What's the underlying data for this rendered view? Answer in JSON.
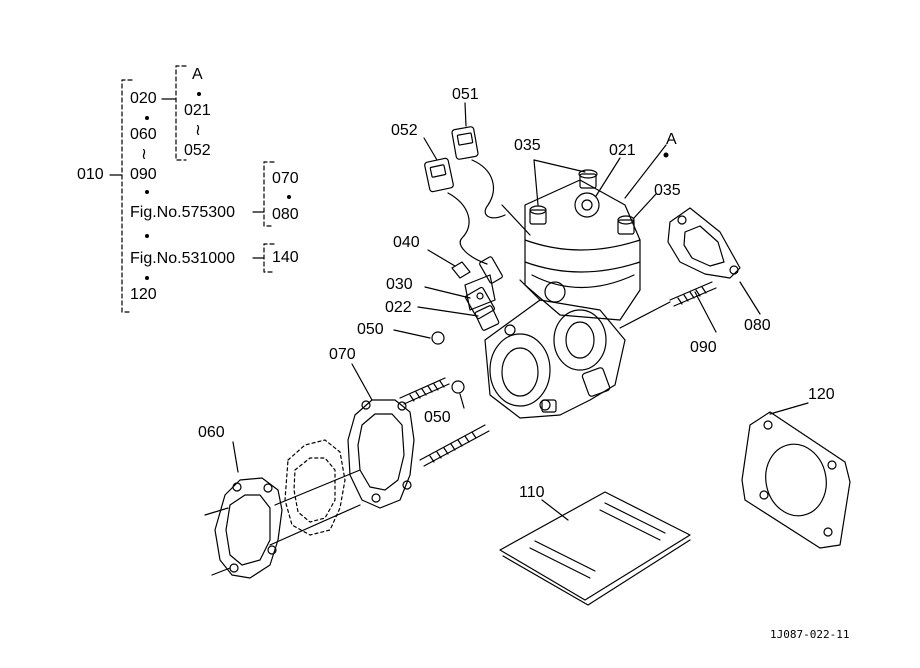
{
  "diagram": {
    "tree": {
      "root": "010",
      "group_a": {
        "first": "020",
        "second": "060",
        "third": "090",
        "last": "120"
      },
      "sub_a": {
        "head": "A",
        "from": "021",
        "to": "052"
      },
      "fig1": {
        "text": "Fig.No.575300",
        "children": [
          "070",
          "080"
        ]
      },
      "fig2": {
        "text": "Fig.No.531000",
        "child": "140"
      }
    },
    "callouts": {
      "p051": "051",
      "p052": "052",
      "p035_left": "035",
      "p021": "021",
      "pA": "A",
      "p035_right": "035",
      "p040": "040",
      "p030": "030",
      "p022": "022",
      "p050_top": "050",
      "p050_bottom": "050",
      "p070": "070",
      "p060": "060",
      "p080": "080",
      "p090": "090",
      "p120": "120",
      "p110": "110"
    },
    "footer_code": "1J087-022-11"
  }
}
